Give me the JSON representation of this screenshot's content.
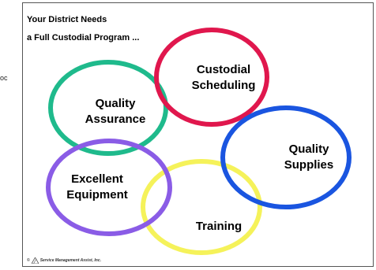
{
  "sidebar_cut_text": "oc",
  "title": {
    "line1": "Your District Needs",
    "line2": "a Full Custodial Program ..."
  },
  "rings": [
    {
      "id": "quality-assurance",
      "line1": "Quality",
      "line2": "Assurance",
      "color": "#1fba8c"
    },
    {
      "id": "custodial-scheduling",
      "line1": "Custodial",
      "line2": "Scheduling",
      "color": "#e0174d"
    },
    {
      "id": "quality-supplies",
      "line1": "Quality",
      "line2": "Supplies",
      "color": "#1a55e0"
    },
    {
      "id": "excellent-equipment",
      "line1": "Excellent",
      "line2": "Equipment",
      "color": "#8a5ce6"
    },
    {
      "id": "training",
      "line1": "Training",
      "line2": "",
      "color": "#f5f25a"
    }
  ],
  "footer": {
    "copyright_symbol": "©",
    "company": "Service Management Assist, Inc."
  }
}
